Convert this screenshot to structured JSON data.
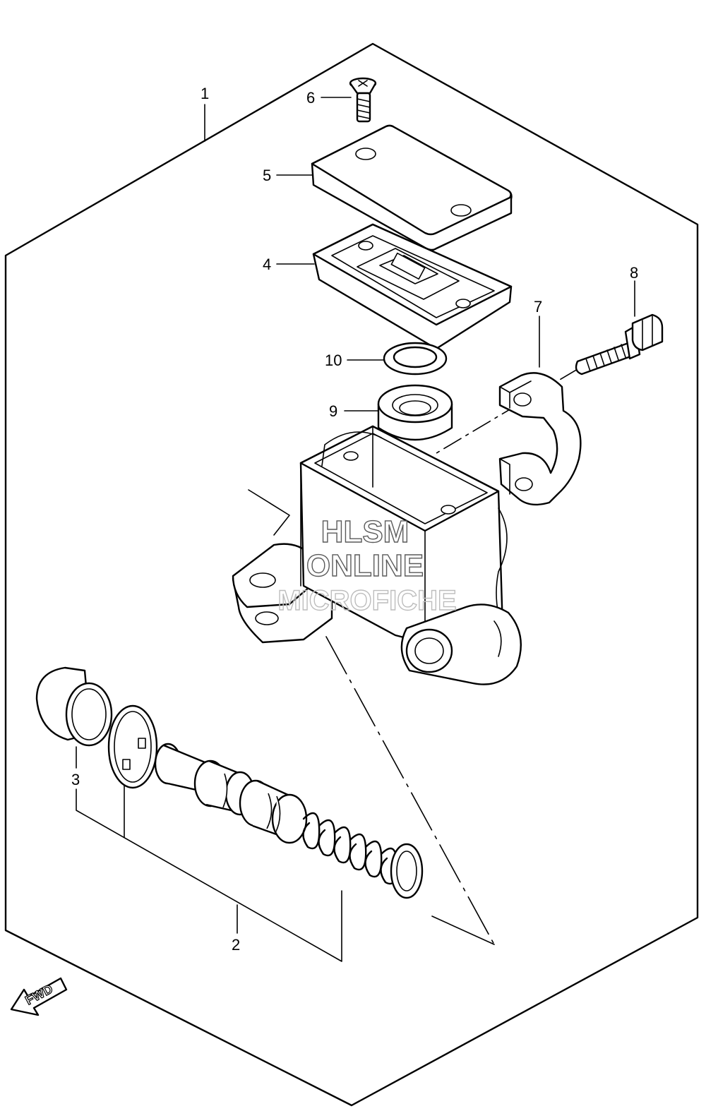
{
  "callouts": [
    {
      "id": "1",
      "label": "1"
    },
    {
      "id": "2",
      "label": "2"
    },
    {
      "id": "3",
      "label": "3"
    },
    {
      "id": "4",
      "label": "4"
    },
    {
      "id": "5",
      "label": "5"
    },
    {
      "id": "6",
      "label": "6"
    },
    {
      "id": "7",
      "label": "7"
    },
    {
      "id": "8",
      "label": "8"
    },
    {
      "id": "9",
      "label": "9"
    },
    {
      "id": "10",
      "label": "10"
    }
  ],
  "watermark": {
    "line1": "HLSM",
    "line2": "ONLINE",
    "line3": "MICROFICHE",
    "color_dark": "#5a5a5a",
    "color_light": "#bdbdbd"
  },
  "direction_arrow": {
    "label": "FWD",
    "icon": "fwd-arrow-icon"
  },
  "colors": {
    "line": "#000000",
    "background": "#ffffff"
  }
}
